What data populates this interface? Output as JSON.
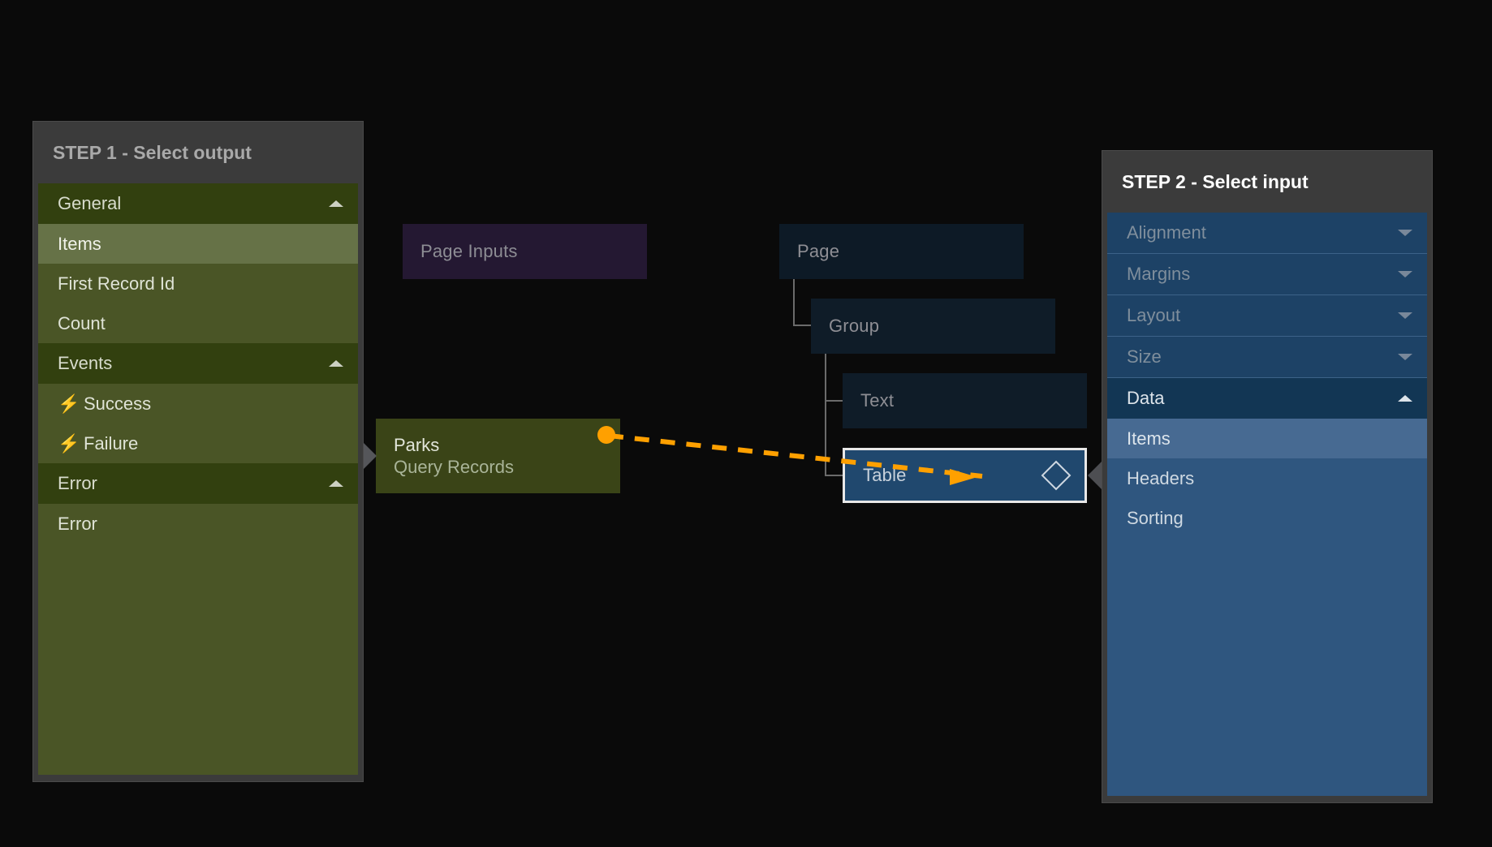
{
  "step1": {
    "title": "STEP 1 - Select output",
    "sections": [
      {
        "label": "General",
        "caret": "chevron-up-icon",
        "items": [
          {
            "label": "Items",
            "selected": true,
            "icon": null
          },
          {
            "label": "First Record Id",
            "selected": false,
            "icon": null
          },
          {
            "label": "Count",
            "selected": false,
            "icon": null
          }
        ]
      },
      {
        "label": "Events",
        "caret": "chevron-up-icon",
        "items": [
          {
            "label": "Success",
            "selected": false,
            "icon": "lightning-bolt-icon"
          },
          {
            "label": "Failure",
            "selected": false,
            "icon": "lightning-bolt-icon"
          }
        ]
      },
      {
        "label": "Error",
        "caret": "chevron-up-icon",
        "items": [
          {
            "label": "Error",
            "selected": false,
            "icon": null
          }
        ]
      }
    ]
  },
  "step2": {
    "title": "STEP 2 - Select input",
    "sections": [
      {
        "label": "Alignment",
        "caret": "chevron-down-icon",
        "collapsed": true,
        "items": []
      },
      {
        "label": "Margins",
        "caret": "chevron-down-icon",
        "collapsed": true,
        "items": []
      },
      {
        "label": "Layout",
        "caret": "chevron-down-icon",
        "collapsed": true,
        "items": []
      },
      {
        "label": "Size",
        "caret": "chevron-down-icon",
        "collapsed": true,
        "items": []
      },
      {
        "label": "Data",
        "caret": "chevron-up-icon",
        "collapsed": false,
        "items": [
          {
            "label": "Items",
            "selected": true
          },
          {
            "label": "Headers",
            "selected": false
          },
          {
            "label": "Sorting",
            "selected": false
          }
        ]
      }
    ]
  },
  "canvas": {
    "nodes": {
      "page_inputs": {
        "label": "Page Inputs"
      },
      "page": {
        "label": "Page"
      },
      "group": {
        "label": "Group"
      },
      "text": {
        "label": "Text"
      },
      "table": {
        "label": "Table",
        "icon": "diamond-icon"
      },
      "parks": {
        "title": "Parks",
        "subtitle": "Query Records"
      }
    },
    "connection": {
      "from": "parks",
      "to": "table",
      "style": "dashed",
      "color": "#FFA000",
      "arrow": "arrow-right-icon"
    }
  },
  "colors": {
    "background": "#0a0a0a",
    "accent_orange": "#FFA000",
    "step1_panel": "#3b3b3b",
    "step1_body": "#4a5526",
    "step2_body": "#2f567f",
    "node_green": "#3a4417",
    "node_purple": "#241832",
    "node_blue_dark": "#0d1a26",
    "node_blue_selected": "#20486e"
  }
}
